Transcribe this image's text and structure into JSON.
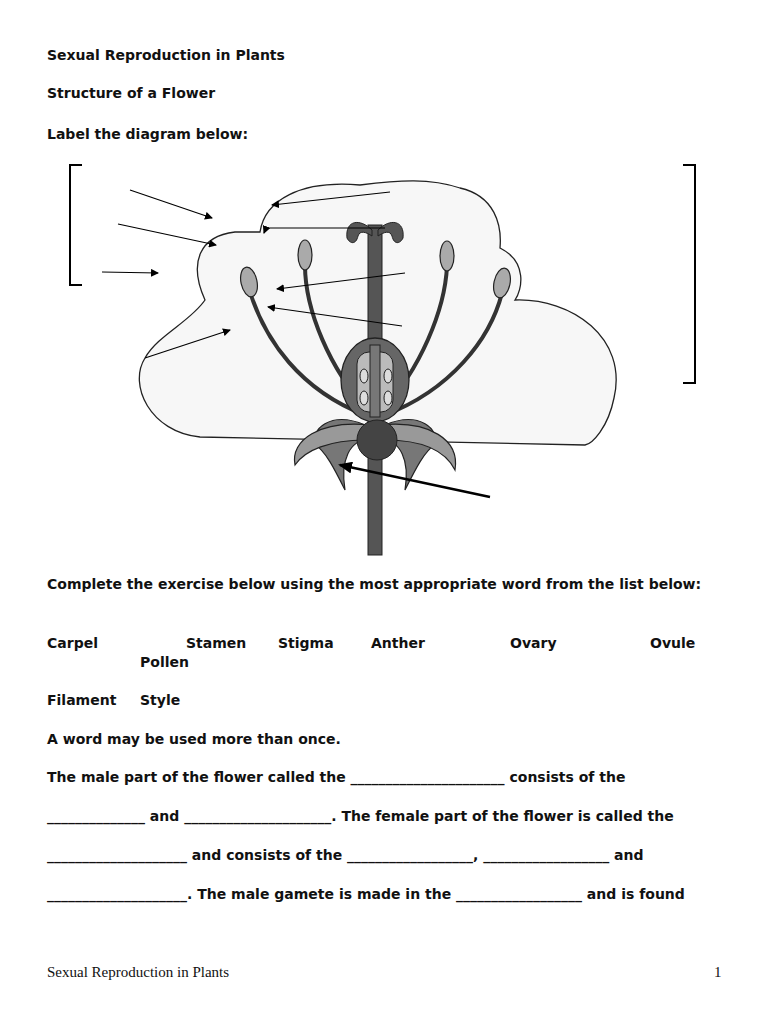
{
  "diagram": {
    "title": "Sexual Reproduction in Plants",
    "labels": [
      "Structure of a Flower",
      "Label the diagram below:",
      "Complete the exercise below using the most appropriate word from the list below:",
      "Carpel",
      "Stamen",
      "Stigma",
      "Anther",
      "Ovary",
      "Ovule",
      "Pollen",
      "Filament",
      "Style",
      "A word may be used more than once.",
      "The male part of the flower called the ______________________ consists of the ______________ and _____________________. The female part of the flower is called the ____________________ and consists of the __________________, __________________ and ____________________.  The male gamete is made in the __________________ and is found",
      "Sexual Reproduction in Plants",
      "1"
    ]
  }
}
